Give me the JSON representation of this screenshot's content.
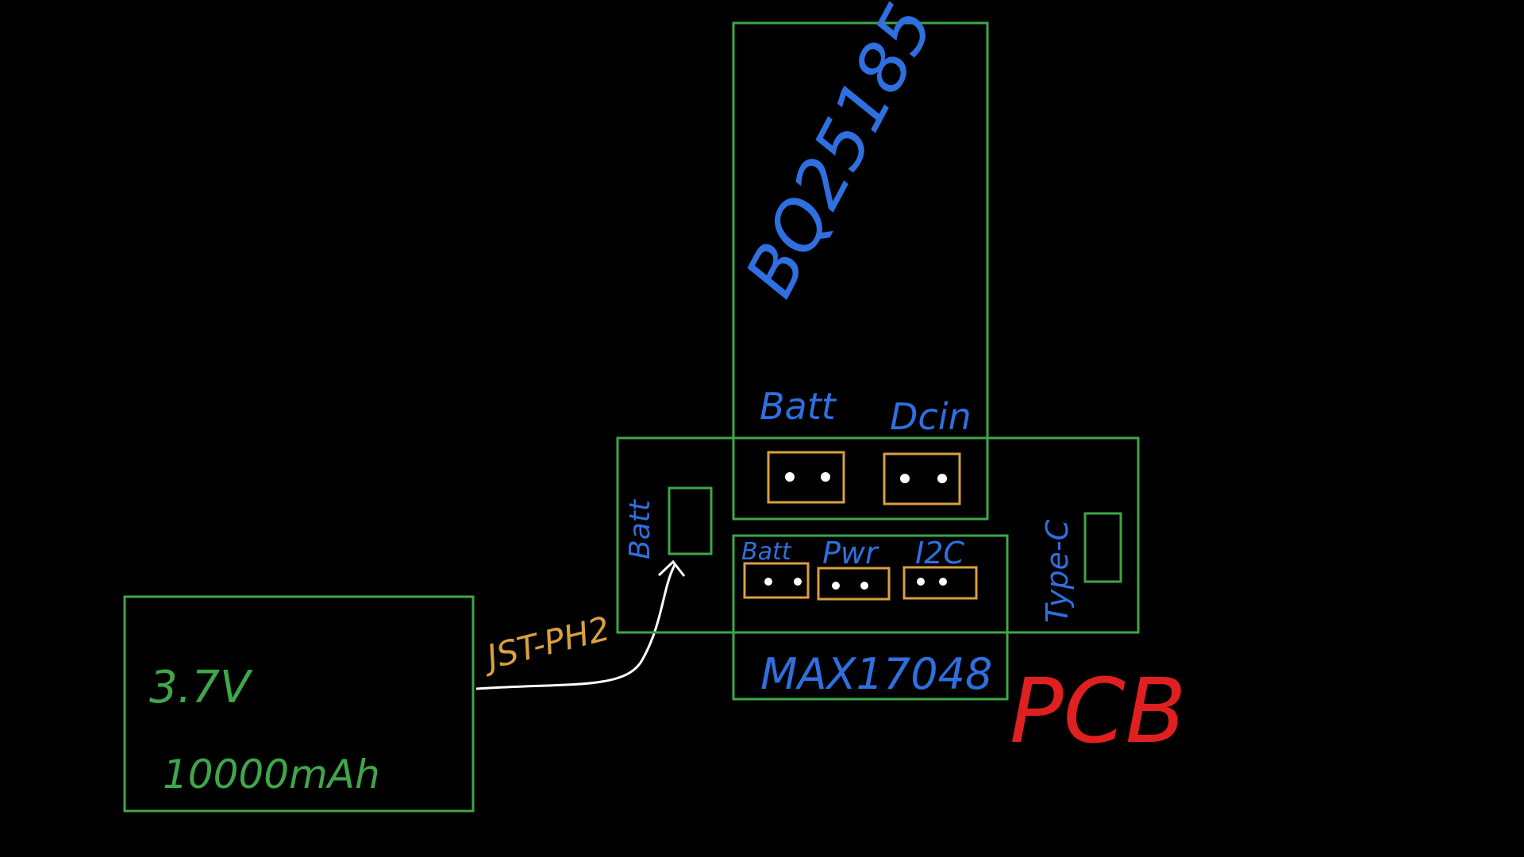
{
  "colors": {
    "background": "#000000",
    "outline": "#3fa64a",
    "label_blue": "#2f6fe0",
    "label_green": "#3fa64a",
    "connector": "#d9a040",
    "wire": "#ffffff",
    "pcb_label": "#e02020"
  },
  "battery": {
    "voltage": "3.7V",
    "capacity": "10000mAh"
  },
  "cable": {
    "label": "JST-PH2"
  },
  "charger_module": {
    "label": "BQ25185",
    "header_batt": "Batt",
    "header_dcin": "Dcin"
  },
  "main_board": {
    "batt_label": "Batt",
    "usb_label": "Type-C"
  },
  "gauge_module": {
    "label": "MAX17048",
    "header_batt": "Batt",
    "header_pwr": "Pwr",
    "header_i2c": "I2C"
  },
  "pcb_label": "PCB"
}
